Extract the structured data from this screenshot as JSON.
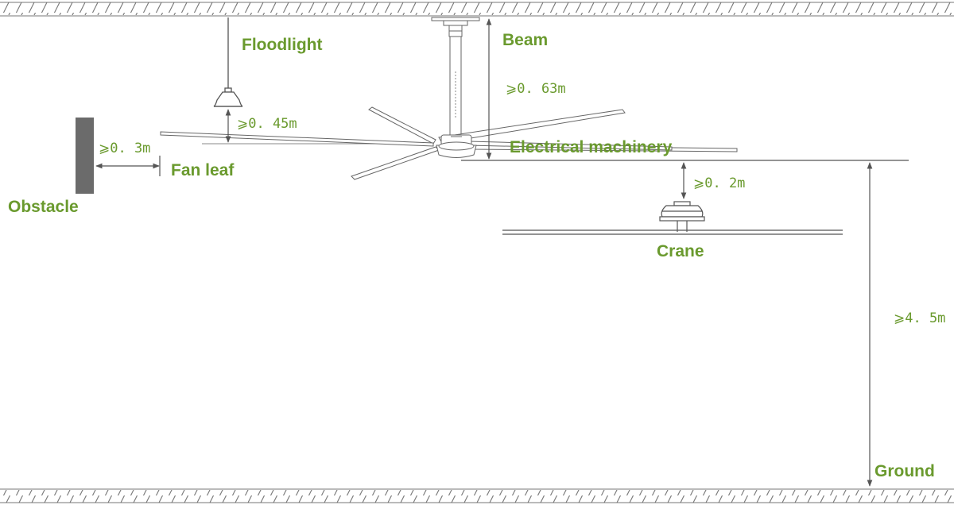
{
  "colors": {
    "label": "#6a9a2e",
    "line": "#555555",
    "obstacle": "#6b6b6b",
    "background": "#ffffff"
  },
  "labels": {
    "floodlight": "Floodlight",
    "beam": "Beam",
    "electrical_machinery": "Electrical machinery",
    "fan_leaf": "Fan leaf",
    "obstacle": "Obstacle",
    "crane": "Crane",
    "ground": "Ground"
  },
  "dimensions": {
    "floodlight_clearance": "⩾0. 45m",
    "beam_clearance": "⩾0. 63m",
    "obstacle_clearance": "⩾0. 3m",
    "crane_clearance": "⩾0. 2m",
    "ground_height": "⩾4. 5m"
  },
  "icons": {
    "ceiling": "ceiling-hatch-icon",
    "ground": "ground-hatch-icon",
    "fan": "hvls-fan-icon",
    "floodlight": "floodlight-lamp-icon",
    "crane": "crane-lamp-icon",
    "obstacle": "obstacle-wall-icon"
  }
}
